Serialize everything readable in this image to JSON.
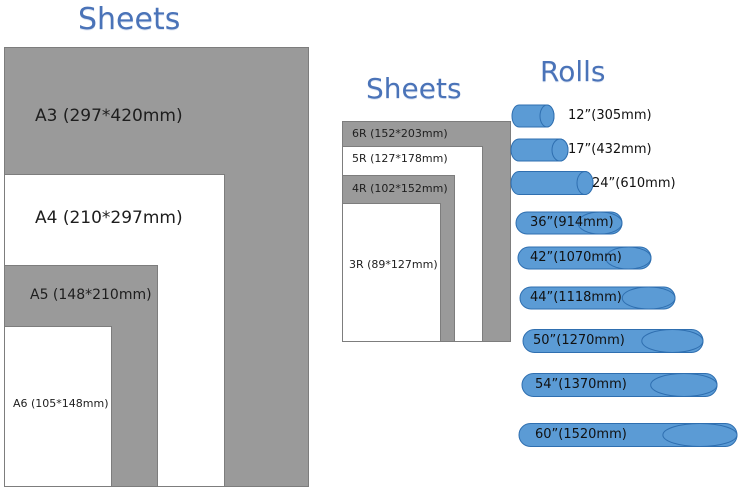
{
  "left": {
    "heading": "Sheets",
    "a3": "A3 (297*420mm)",
    "a4": "A4 (210*297mm)",
    "a5": "A5 (148*210mm)",
    "a6": "A6 (105*148mm)"
  },
  "middle": {
    "heading": "Sheets",
    "r6": "6R (152*203mm)",
    "r5": "5R (127*178mm)",
    "r4": "4R (102*152mm)",
    "r3": "3R (89*127mm)"
  },
  "rolls": {
    "heading": "Rolls",
    "color": "#5b9bd5",
    "items": [
      {
        "label": "12”(305mm)"
      },
      {
        "label": "17”(432mm)"
      },
      {
        "label": "24”(610mm)"
      },
      {
        "label": "36”(914mm)"
      },
      {
        "label": "42”(1070mm)"
      },
      {
        "label": "44”(1118mm)"
      },
      {
        "label": "50”(1270mm)"
      },
      {
        "label": "54”(1370mm)"
      },
      {
        "label": "60”(1520mm)"
      }
    ]
  }
}
